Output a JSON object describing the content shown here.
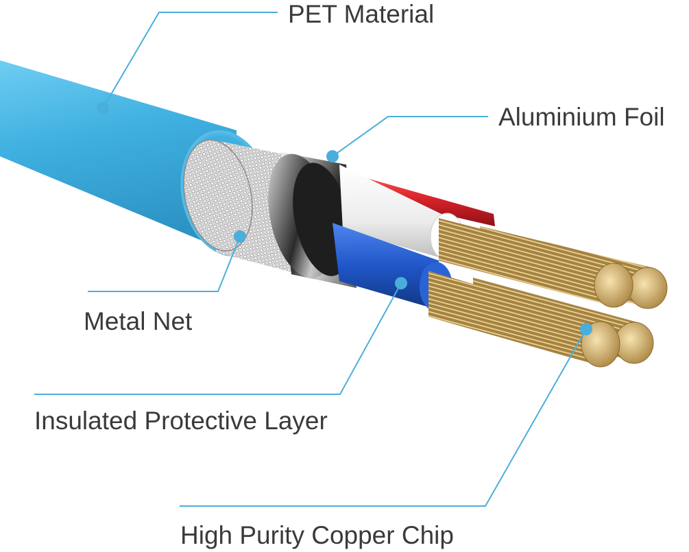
{
  "labels": {
    "pet_material": "PET Material",
    "aluminium_foil": "Aluminium Foil",
    "metal_net": "Metal Net",
    "insulated_protective_layer": "Insulated Protective Layer",
    "high_purity_copper_chip": "High Purity Copper Chip"
  },
  "colors": {
    "jacket": "#3fb0e0",
    "leader_line": "#4aaedc",
    "label_text": "#3a3a3a",
    "red_wire": "#d8232a",
    "blue_wire": "#1f56c8",
    "white_wire": "#f2f2f2",
    "copper": "#c9a45a"
  }
}
